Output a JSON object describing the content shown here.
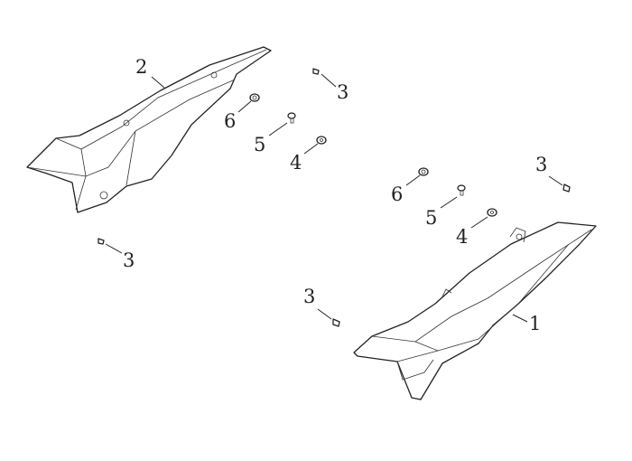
{
  "diagram": {
    "parts": [
      {
        "id": "1",
        "label": "1"
      },
      {
        "id": "2",
        "label": "2"
      },
      {
        "id": "3a",
        "label": "3"
      },
      {
        "id": "3b",
        "label": "3"
      },
      {
        "id": "3c",
        "label": "3"
      },
      {
        "id": "3d",
        "label": "3"
      },
      {
        "id": "4a",
        "label": "4"
      },
      {
        "id": "4b",
        "label": "4"
      },
      {
        "id": "5a",
        "label": "5"
      },
      {
        "id": "5b",
        "label": "5"
      },
      {
        "id": "6a",
        "label": "6"
      },
      {
        "id": "6b",
        "label": "6"
      }
    ]
  }
}
